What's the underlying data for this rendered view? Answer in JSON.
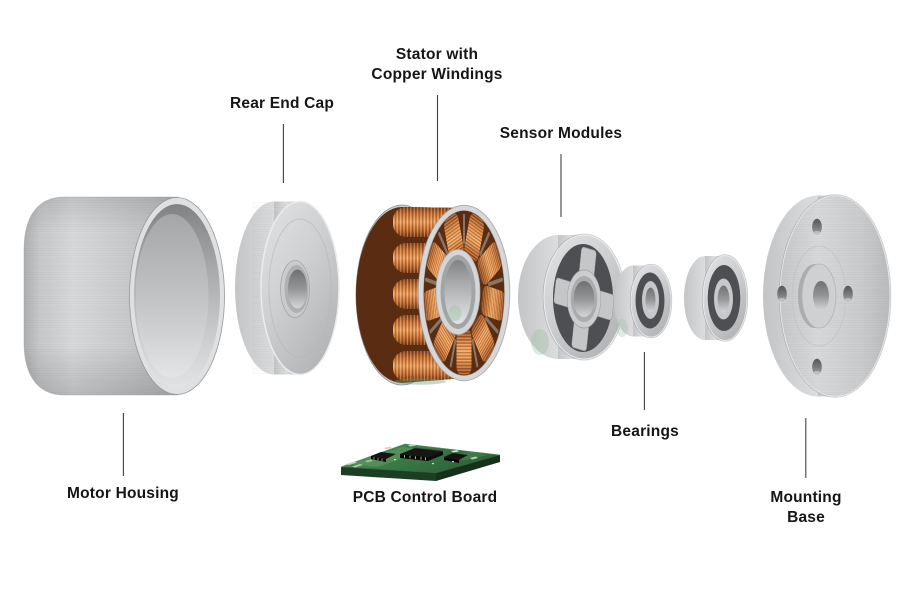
{
  "diagram": {
    "background_color": "#ffffff",
    "label_color": "#151515",
    "leader_line_color": "#3f3f3f",
    "palette": {
      "metal_light": "#d8d9da",
      "metal_mid": "#b7b9bb",
      "copper": "#c9722f",
      "copper_highlight": "#f2a964",
      "seal_dark_gray": "#4d4f52",
      "pcb_green": "#3c7a45"
    },
    "parts": [
      {
        "id": "motor-housing",
        "label": "Motor Housing"
      },
      {
        "id": "rear-end-cap",
        "label": "Rear End Cap"
      },
      {
        "id": "stator",
        "label": "Stator with\nCopper Windings"
      },
      {
        "id": "sensor-modules",
        "label": "Sensor Modules"
      },
      {
        "id": "bearings",
        "label": "Bearings"
      },
      {
        "id": "pcb-control-board",
        "label": "PCB Control Board"
      },
      {
        "id": "mounting-base",
        "label": "Mounting Base"
      }
    ]
  }
}
